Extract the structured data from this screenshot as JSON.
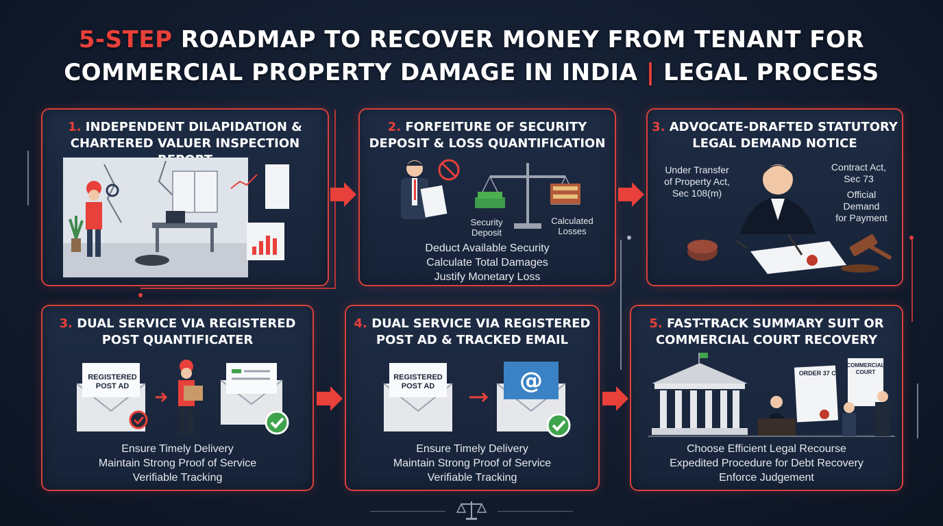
{
  "title": {
    "accent": "5-STEP",
    "line1_rest": " ROADMAP TO RECOVER MONEY FROM TENANT FOR",
    "line2_a": "COMMERCIAL PROPERTY DAMAGE IN INDIA ",
    "separator": "|",
    "line2_b": " LEGAL PROCESS"
  },
  "steps": [
    {
      "number": "1.",
      "title_lines": [
        "INDEPENDENT DILAPIDATION &",
        "CHARTERED VALUER INSPECTION REPORT"
      ]
    },
    {
      "number": "2.",
      "title_lines": [
        "FORFEITURE OF SECURITY",
        "DEPOSIT & LOSS QUANTIFICATION"
      ],
      "labels": {
        "left": "Security\nDeposit",
        "right": "Calculated\nLosses"
      },
      "bullets": [
        "Deduct Available Security",
        "Calculate Total Damages",
        "Justify Monetary Loss"
      ]
    },
    {
      "number": "3.",
      "title_lines": [
        "ADVOCATE-DRAFTED STATUTORY",
        "LEGAL DEMAND NOTICE"
      ],
      "callouts": {
        "left": [
          "Under Transfer",
          "of Property Act,",
          "Sec 108(m)"
        ],
        "right_top": [
          "Contract Act,",
          "Sec 73"
        ],
        "right_bottom": [
          "Official",
          "Demand",
          "for Payment"
        ]
      }
    },
    {
      "number": "3.",
      "title_lines": [
        "DUAL SERVICE VIA REGISTERED",
        "POST QUANTIFICATEr"
      ],
      "envelope_label": [
        "REGISTERED",
        "POST AD"
      ],
      "bullets": [
        "Ensure Timely Delivery",
        "Maintain Strong Proof of Service",
        "Verifiable Tracking"
      ]
    },
    {
      "number": "4.",
      "title_lines": [
        "DUAL SERVICE VIA REGISTERED",
        "POST AD & TRACKED EMAIL"
      ],
      "envelope_label": [
        "REGISTERED",
        "POST AD"
      ],
      "bullets": [
        "Ensure Timely Delivery",
        "Maintain Strong Proof of Service",
        "Verifiable Tracking"
      ]
    },
    {
      "number": "5.",
      "title_lines": [
        "FAST-TRACK SUMMARY SUIT OR",
        "COMMERCIAL COURT RECOVERY"
      ],
      "doc_labels": {
        "order": "ORDER 37 CPC",
        "court": [
          "COMMERCIAL",
          "COURT"
        ]
      },
      "bullets": [
        "Choose Efficient Legal Recourse",
        "Expedited Procedure for Debt Recovery",
        "Enforce Judgement"
      ]
    }
  ],
  "colors": {
    "accent": "#e8403a",
    "background": "#121c2e",
    "card": "#1c2a42",
    "border": "#d8403a"
  }
}
